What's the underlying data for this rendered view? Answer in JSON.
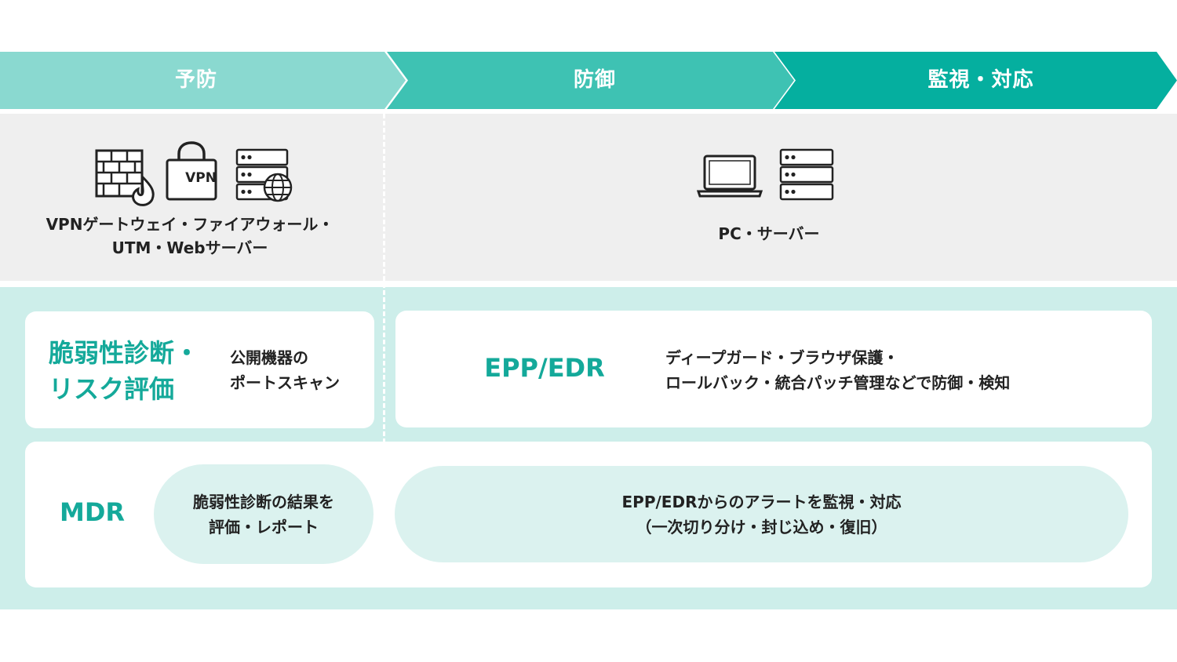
{
  "phases": [
    {
      "label": "予防",
      "color": "#8ad9d0"
    },
    {
      "label": "防御",
      "color": "#3ec2b3"
    },
    {
      "label": "監視・対応",
      "color": "#05af9f"
    }
  ],
  "assets": {
    "perimeter": {
      "icons": [
        "firewall-icon",
        "vpn-lock-icon",
        "web-server-icon"
      ],
      "vpn_text": "VPN",
      "caption_line1": "VPNゲートウェイ・ファイアウォール・",
      "caption_line2": "UTM・Webサーバー"
    },
    "endpoint": {
      "icons": [
        "laptop-icon",
        "server-icon"
      ],
      "caption": "PC・サーバー"
    }
  },
  "vuln": {
    "title_line1": "脆弱性診断・",
    "title_line2": "リスク評価",
    "desc_line1": "公開機器の",
    "desc_line2": "ポートスキャン"
  },
  "epp": {
    "title": "EPP/EDR",
    "desc_line1": "ディープガード・ブラウザ保護・",
    "desc_line2": "ロールバック・統合パッチ管理などで防御・検知"
  },
  "mdr": {
    "title": "MDR",
    "report_line1": "脆弱性診断の結果を",
    "report_line2": "評価・レポート",
    "monitor_line1": "EPP/EDRからのアラートを監視・対応",
    "monitor_line2": "（一次切り分け・封じ込め・復旧）"
  },
  "colors": {
    "accent": "#14a99a",
    "gray_band": "#efefef",
    "teal_band": "#cdeeea",
    "pill": "#dbf2ef"
  }
}
